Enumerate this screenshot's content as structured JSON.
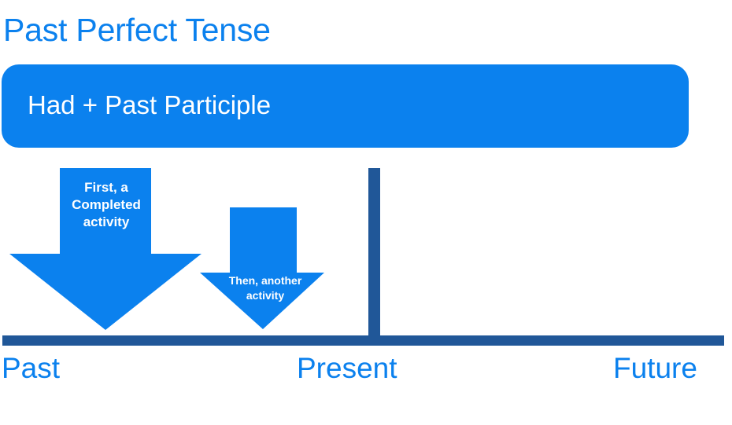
{
  "slide": {
    "title": "Past Perfect Tense",
    "background_color": "#ffffff",
    "accent_blue": "#0B81EE",
    "dark_blue": "#205798"
  },
  "banner": {
    "formula": "Had + Past Participle",
    "fill_color": "#0B81EE",
    "text_color": "#ffffff"
  },
  "arrows": [
    {
      "id": "first-event",
      "label": "First, a\nCompleted\nactivity",
      "fill_color": "#0B81EE",
      "text_color": "#ffffff"
    },
    {
      "id": "second-event",
      "label": "Then, another\nactivity",
      "fill_color": "#0B81EE",
      "text_color": "#ffffff"
    }
  ],
  "timeline": {
    "bar_color": "#205798",
    "marker_color": "#205798",
    "labels": [
      {
        "id": "past",
        "text": "Past"
      },
      {
        "id": "present",
        "text": "Present"
      },
      {
        "id": "future",
        "text": "Future"
      }
    ]
  }
}
